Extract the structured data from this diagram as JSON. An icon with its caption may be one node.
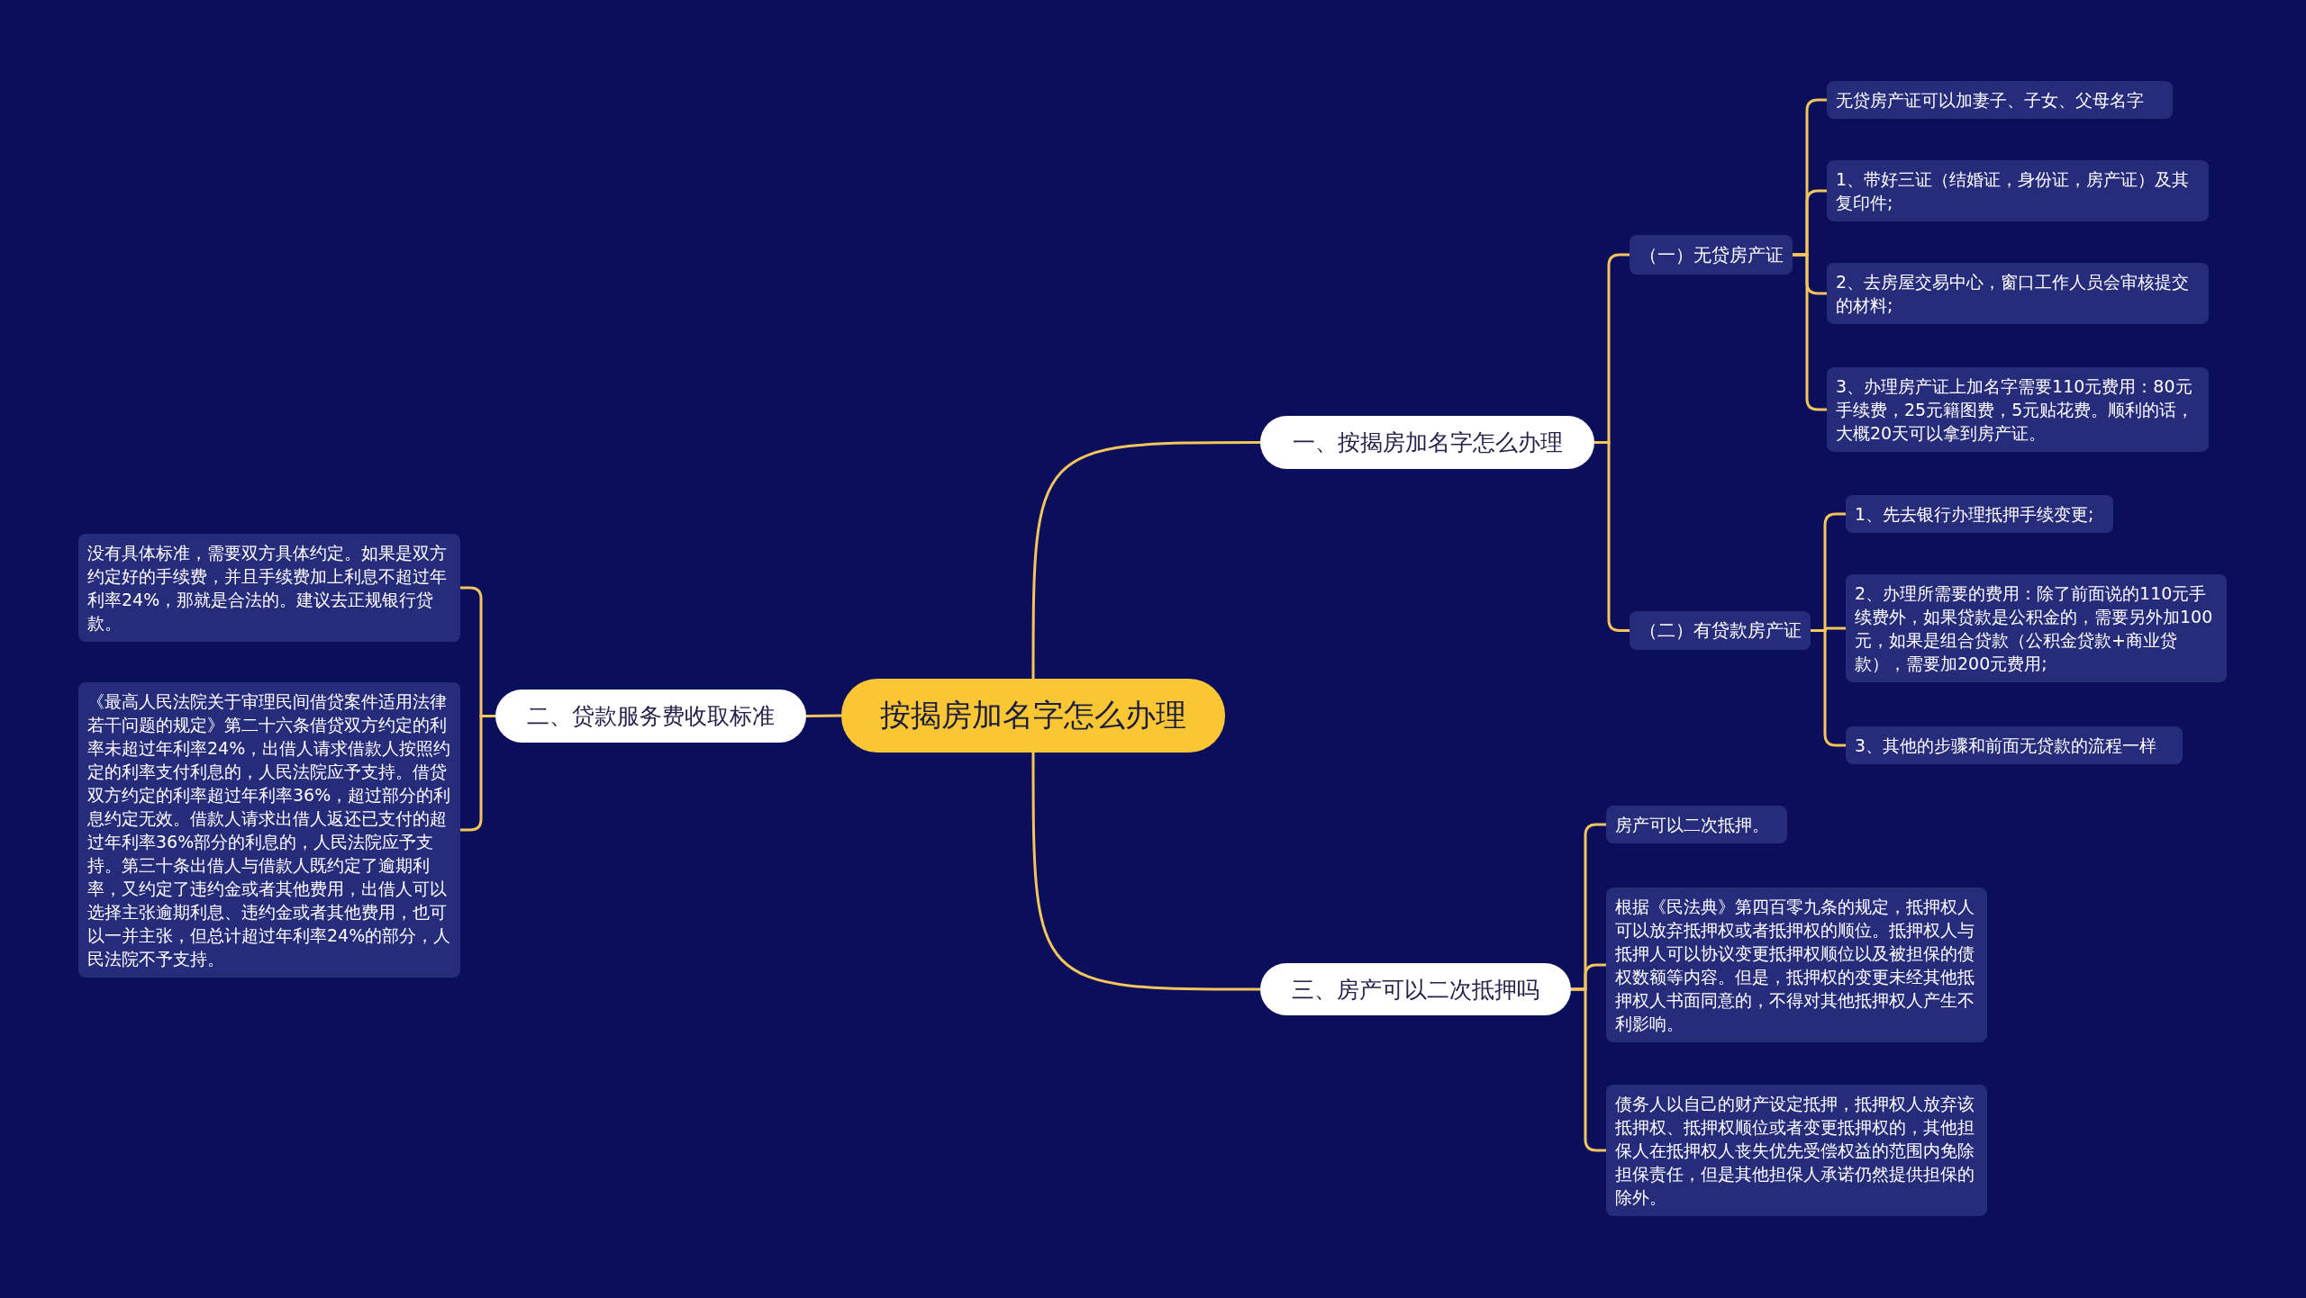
{
  "diagram": {
    "nodes": [
      {
        "text": [
          "按揭房加名字怎么办理"
        ]
      },
      {
        "text": [
          "一、按揭房加名字怎么办理"
        ]
      },
      {
        "text": [
          "（一）无贷房产证"
        ]
      },
      {
        "text": [
          "无贷房产证可以加妻子、子女、父母名字"
        ]
      },
      {
        "text": [
          "1、带好三证（结婚证，身份证，房产证）及其复印件;"
        ]
      },
      {
        "text": [
          "2、去房屋交易中心，窗口工作人员会审核提交的材料;"
        ]
      },
      {
        "text": [
          "3、办理房产证上加名字需要110元费用：80元手续费，25元籍图费，5元贴花费。顺利的话，大概20天可以拿到房产证。"
        ]
      },
      {
        "text": [
          "（二）有贷款房产证"
        ]
      },
      {
        "text": [
          "1、先去银行办理抵押手续变更;"
        ]
      },
      {
        "text": [
          "2、办理所需要的费用：除了前面说的110元手续费外，如果贷款是公积金的，需要另外加100元，如果是组合贷款（公积金贷款+商业贷款），需要加200元费用;"
        ]
      },
      {
        "text": [
          "3、其他的步骤和前面无贷款的流程一样"
        ]
      },
      {
        "text": [
          "二、贷款服务费收取标准"
        ]
      },
      {
        "text": [
          "没有具体标准，需要双方具体约定。如果是双方约定好的手续费，并且手续费加上利息不超过年利率24%，那就是合法的。建议去正规银行贷款。"
        ]
      },
      {
        "text": [
          "《最高人民法院关于审理民间借贷案件适用法律若干问题的规定》第二十六条借贷双方约定的利率未超过年利率24%，出借人请求借款人按照约定的利率支付利息的，人民法院应予支持。借贷双方约定的利率超过年利率36%，超过部分的利息约定无效。借款人请求出借人返还已支付的超过年利率36%部分的利息的，人民法院应予支持。第三十条出借人与借款人既约定了逾期利率，又约定了违约金或者其他费用，出借人可以选择主张逾期利息、违约金或者其他费用，也可以一并主张，但总计超过年利率24%的部分，人民法院不予支持。"
        ]
      },
      {
        "text": [
          "三、房产可以二次抵押吗"
        ]
      },
      {
        "text": [
          "房产可以二次抵押。"
        ]
      },
      {
        "text": [
          "根据《民法典》第四百零九条的规定，抵押权人可以放弃抵押权或者抵押权的顺位。抵押权人与抵押人可以协议变更抵押权顺位以及被担保的债权数额等内容。但是，抵押权的变更未经其他抵押权人书面同意的，不得对其他抵押权人产生不利影响。"
        ]
      },
      {
        "text": [
          "债务人以自己的财产设定抵押，抵押权人放弃该抵押权、抵押权顺位或者变更抵押权的，其他担保人在抵押权人丧失优先受偿权益的范围内免除担保责任，但是其他担保人承诺仍然提供担保的除外。"
        ]
      }
    ],
    "edges": [
      {
        "from": 0,
        "to": 1,
        "arrow": "none"
      },
      {
        "from": 1,
        "to": 2,
        "arrow": "none"
      },
      {
        "from": 2,
        "to": 3,
        "arrow": "none"
      },
      {
        "from": 2,
        "to": 4,
        "arrow": "none"
      },
      {
        "from": 2,
        "to": 5,
        "arrow": "none"
      },
      {
        "from": 2,
        "to": 6,
        "arrow": "none"
      },
      {
        "from": 1,
        "to": 7,
        "arrow": "none"
      },
      {
        "from": 7,
        "to": 8,
        "arrow": "none"
      },
      {
        "from": 7,
        "to": 9,
        "arrow": "none"
      },
      {
        "from": 7,
        "to": 10,
        "arrow": "none"
      },
      {
        "from": 0,
        "to": 11,
        "arrow": "none"
      },
      {
        "from": 11,
        "to": 12,
        "arrow": "none"
      },
      {
        "from": 11,
        "to": 13,
        "arrow": "none"
      },
      {
        "from": 0,
        "to": 14,
        "arrow": "none"
      },
      {
        "from": 14,
        "to": 15,
        "arrow": "none"
      },
      {
        "from": 14,
        "to": 16,
        "arrow": "none"
      },
      {
        "from": 14,
        "to": 17,
        "arrow": "none"
      }
    ]
  }
}
